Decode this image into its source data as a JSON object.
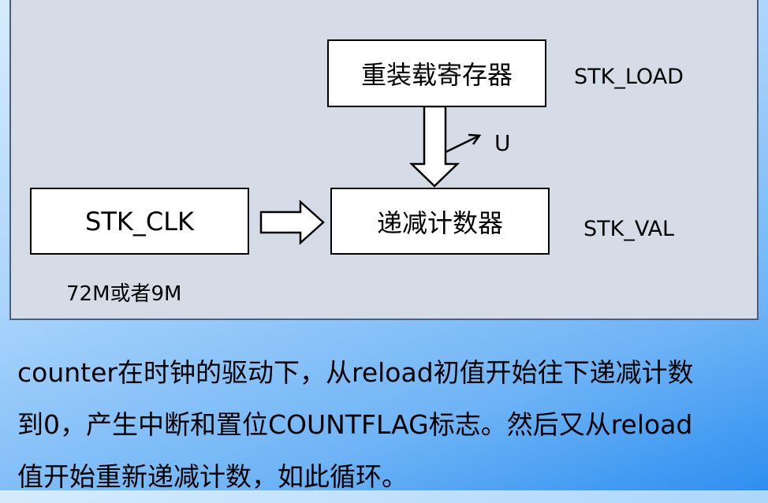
{
  "diagram": {
    "reload_register": "重装载寄存器",
    "reload_label": "STK_LOAD",
    "clock_source": "STK_CLK",
    "clock_freq": "72M或者9M",
    "counter": "递减计数器",
    "counter_label": "STK_VAL",
    "arrow_label": "U"
  },
  "description": {
    "line1": "counter在时钟的驱动下，从reload初值开始往下递减计数",
    "line2": "到0，产生中断和置位COUNTFLAG标志。然后又从reload",
    "line3": "值开始重新递减计数，如此循环。"
  }
}
